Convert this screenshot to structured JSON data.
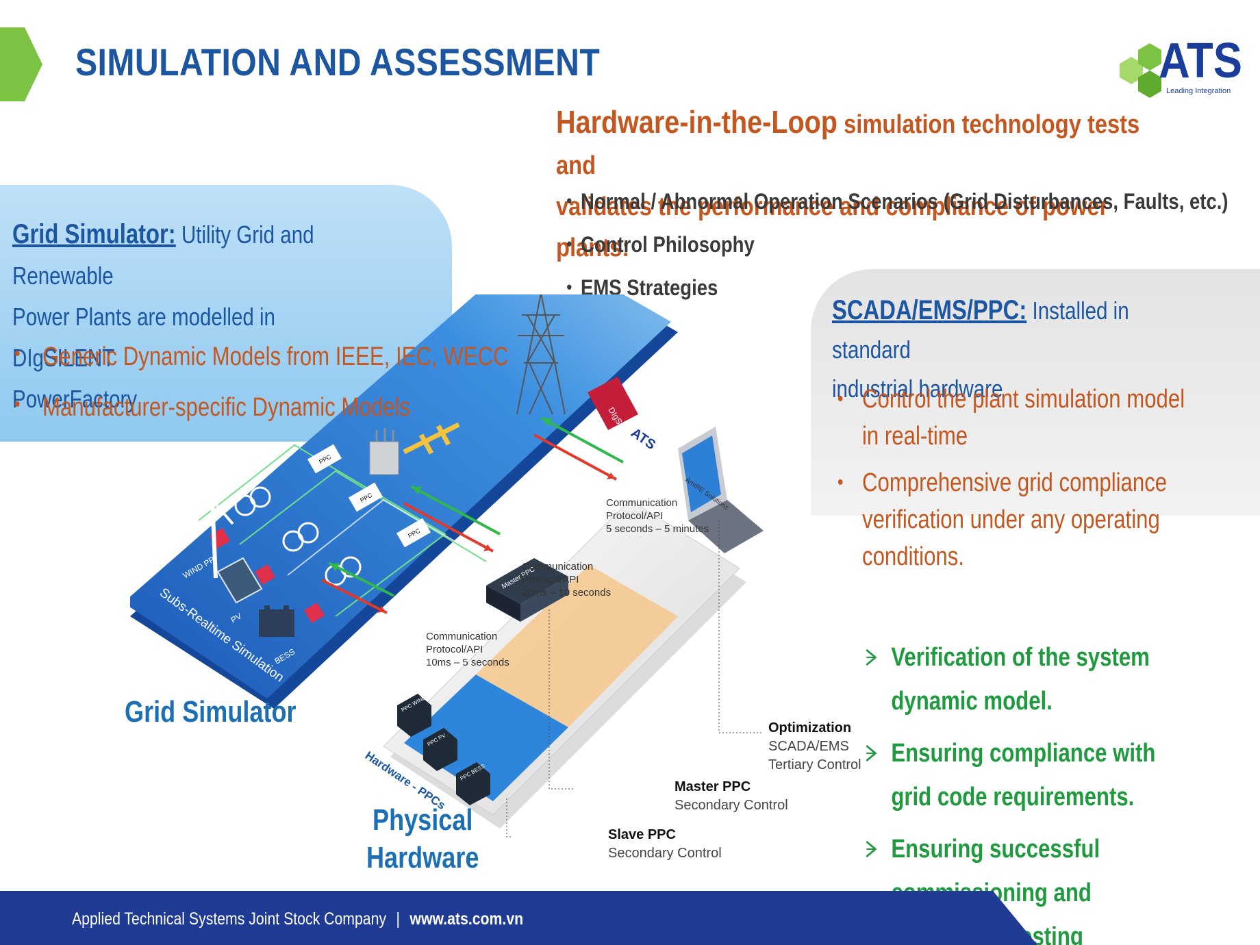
{
  "header": {
    "title": "SIMULATION AND ASSESSMENT"
  },
  "logo": {
    "name": "ATS",
    "tagline": "Leading Integration"
  },
  "hil": {
    "lead": "Hardware-in-the-Loop",
    "line1": "simulation technology tests and",
    "line2": "validates the performance and compliance of power plants:",
    "items": [
      "Normal / Abnormal Operation Scenarios (Grid Disturbances, Faults, etc.)",
      "Control Philosophy",
      "EMS Strategies"
    ]
  },
  "grid_panel": {
    "title": "Grid Simulator:",
    "text1": "Utility Grid and Renewable",
    "text2": "Power Plants are modelled in DIgSILENT",
    "text3": "PowerFactory",
    "items": [
      "Generic Dynamic Models from IEEE, IEC, WECC",
      "Manufacturer-specific Dynamic Models"
    ]
  },
  "scada_panel": {
    "title": "SCADA/EMS/PPC:",
    "text1": "Installed in standard",
    "text2": "industrial hardware",
    "items": [
      "Control the plant simulation model in real-time",
      "Comprehensive grid compliance verification under any operating conditions."
    ]
  },
  "diagram": {
    "utility_grid": "Utility Grid",
    "digsilent": "DIgSILENT",
    "ppc": "PPC",
    "wind": "WIND PP",
    "pv": "PV",
    "bess": "BESS",
    "subs_realtime": "Subs-Realtime Simulation",
    "hardware_ppcs": "Hardware - PPCs",
    "master_ppc_box": "Master PPC",
    "ppc_wind": "PPC WIND",
    "ppc_pv": "PPC PV",
    "ppc_bess": "PPC BESS",
    "ats_small": "ATS",
    "amire": "AmiRE Solutions",
    "comm1": {
      "l1": "Communication",
      "l2": "Protocol/API",
      "l3": "5 seconds – 5 minutes"
    },
    "comm2": {
      "l1": "Communication",
      "l2": "Protocol/API",
      "l3": "20ms – 10 seconds"
    },
    "comm3": {
      "l1": "Communication",
      "l2": "Protocol/API",
      "l3": "10ms – 5 seconds"
    },
    "opt": {
      "title": "Optimization",
      "l1": "SCADA/EMS",
      "l2": "Tertiary Control"
    },
    "master": {
      "title": "Master PPC",
      "l1": "Secondary Control"
    },
    "slave": {
      "title": "Slave PPC",
      "l1": "Secondary Control"
    }
  },
  "captions": {
    "grid": "Grid Simulator",
    "phys1": "Physical",
    "phys2": "Hardware"
  },
  "checks": [
    "Verification of the system dynamic model.",
    "Ensuring compliance with grid code requirements.",
    "Ensuring successful commissioning and acceptance testing"
  ],
  "footer": {
    "company": "Applied Technical Systems Joint Stock Company",
    "sep": "|",
    "url": "www.ats.com.vn"
  },
  "colors": {
    "blue": "#1c55a0",
    "orange": "#c4561f",
    "green": "#1f9a3e",
    "navy": "#1e3a8a"
  }
}
